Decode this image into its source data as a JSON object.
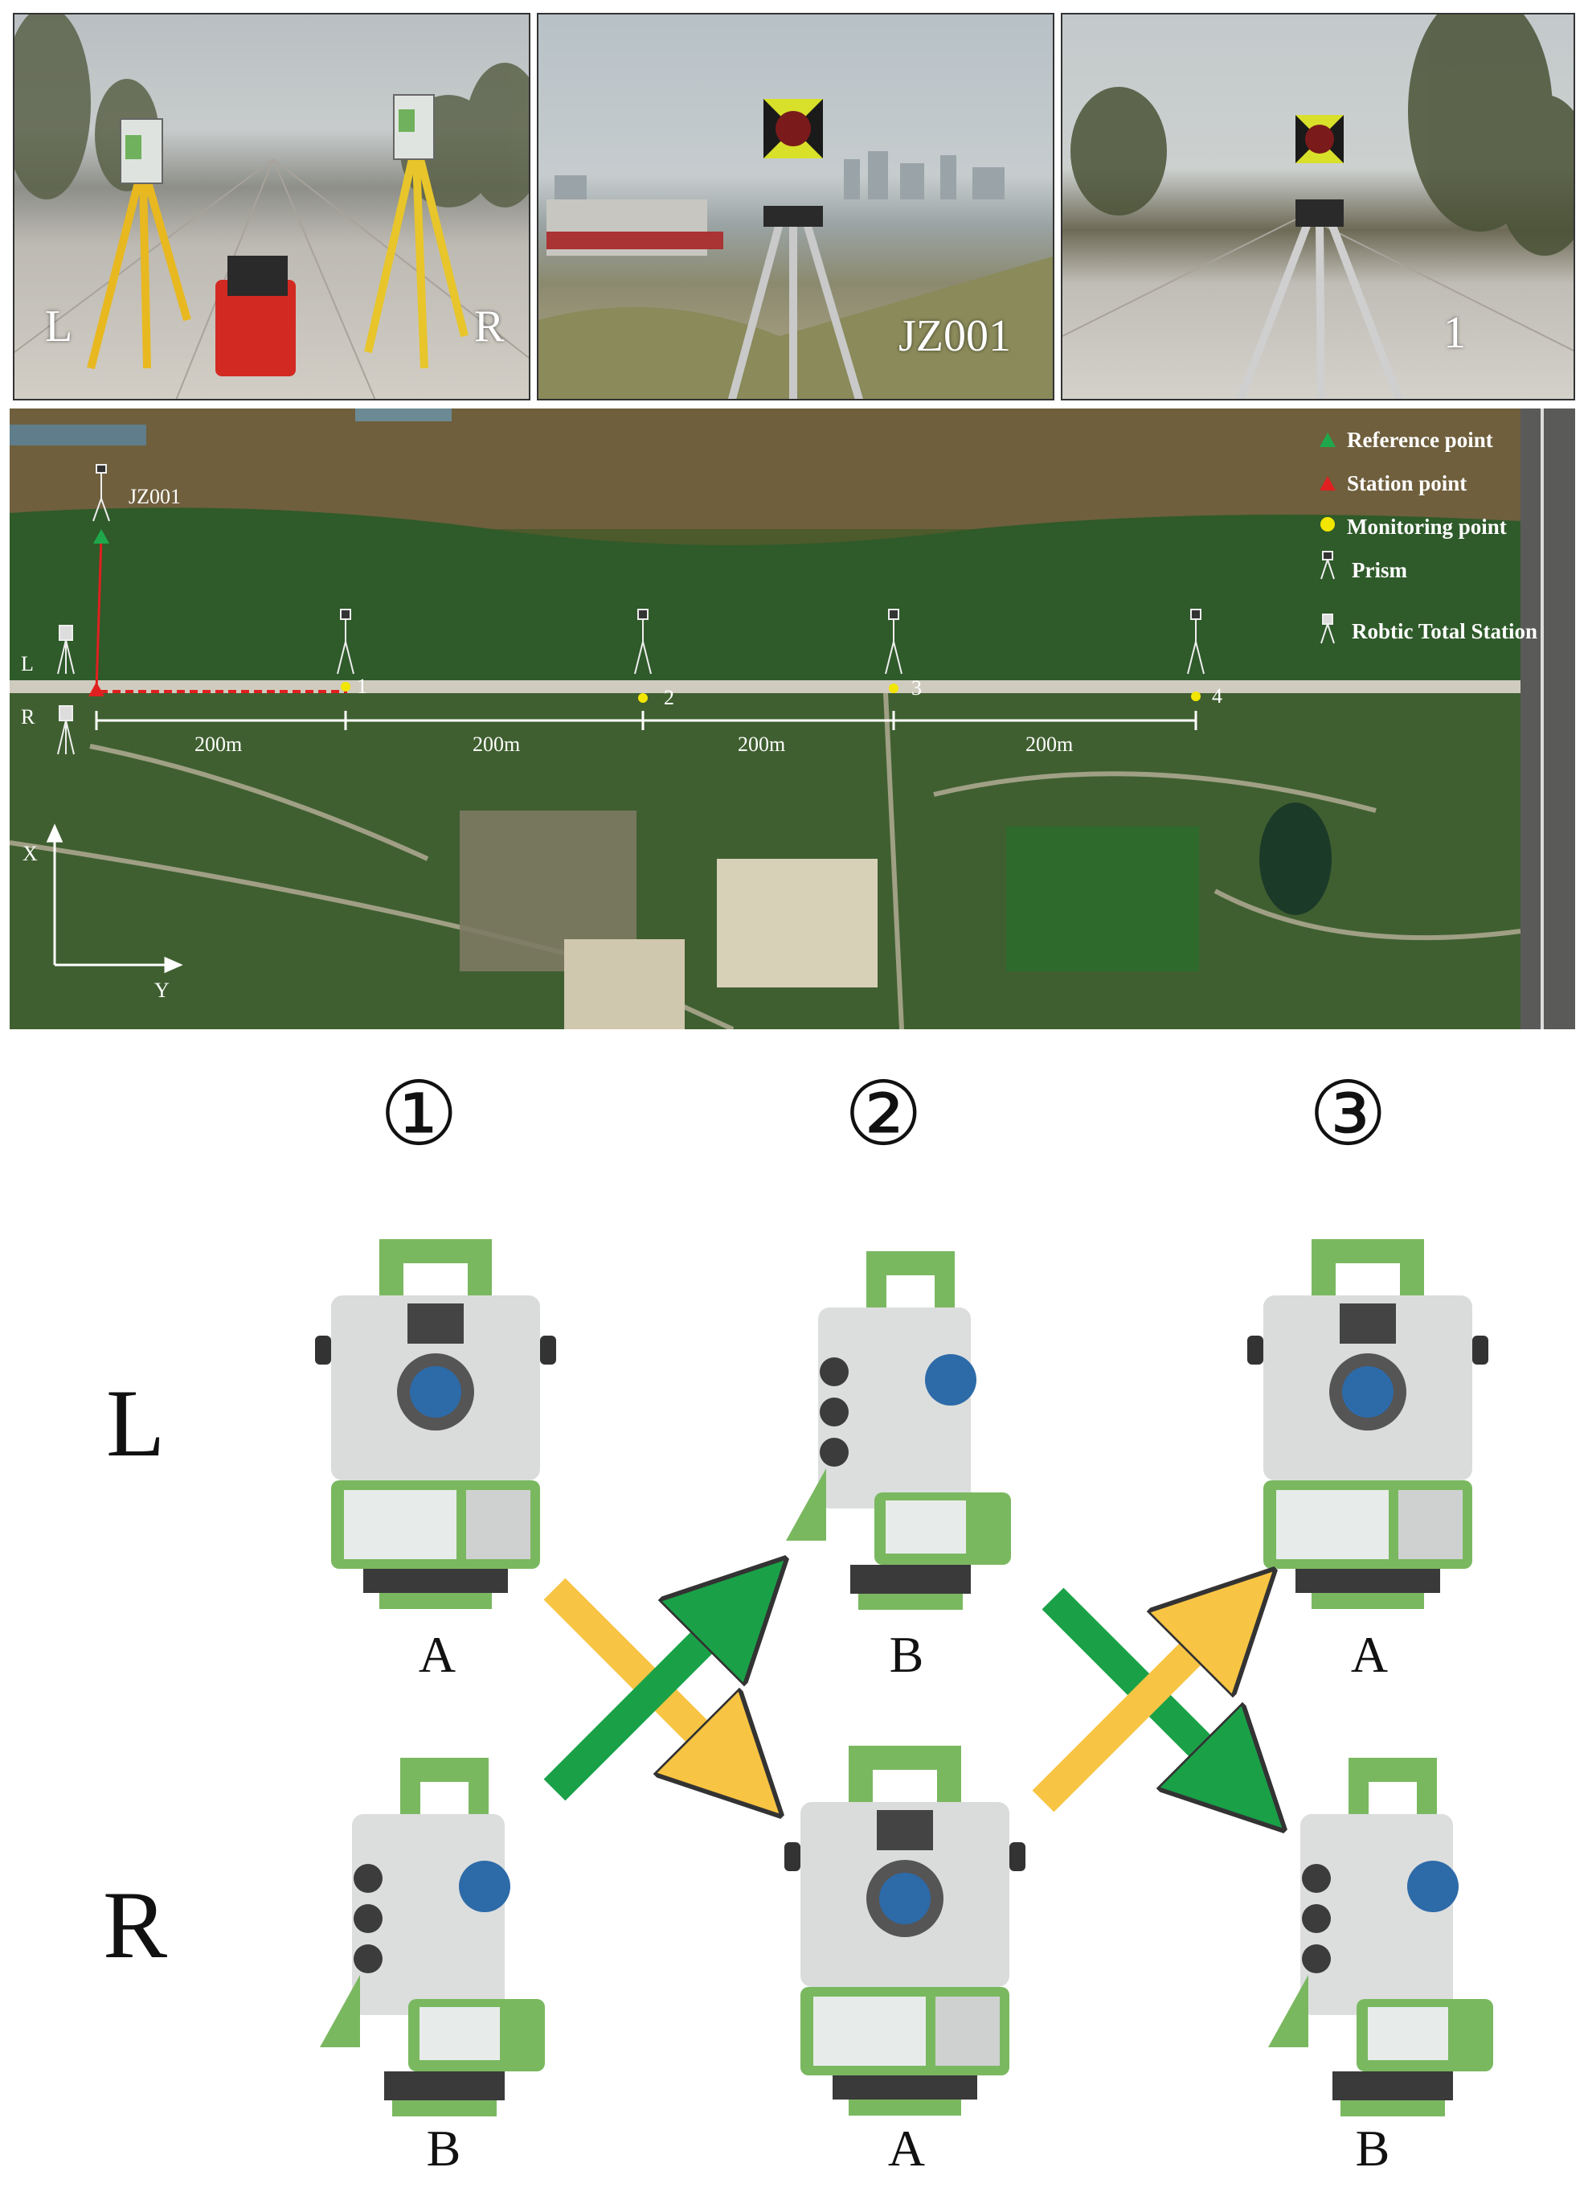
{
  "photos": {
    "left": {
      "label_l": "L",
      "label_r": "R"
    },
    "middle": {
      "label": "JZ001"
    },
    "right": {
      "label": "1"
    }
  },
  "map": {
    "reference_label": "JZ001",
    "station_labels": {
      "left": "L",
      "right": "R"
    },
    "monitoring_points": [
      "1",
      "2",
      "3",
      "4"
    ],
    "distances": [
      "200m",
      "200m",
      "200m",
      "200m"
    ],
    "axes": {
      "x": "X",
      "y": "Y"
    },
    "legend": [
      {
        "label": "Reference point",
        "icon": "green-triangle-icon",
        "color": "#1fa84b"
      },
      {
        "label": "Station point",
        "icon": "red-triangle-icon",
        "color": "#e02020"
      },
      {
        "label": "Monitoring point",
        "icon": "yellow-dot-icon",
        "color": "#f2e600"
      },
      {
        "label": "Prism",
        "icon": "prism-tripod-icon"
      },
      {
        "label": "Robtic Total Station",
        "icon": "total-station-tripod-icon"
      }
    ]
  },
  "scheme": {
    "steps": [
      "①",
      "②",
      "③"
    ],
    "rows": {
      "top": "L",
      "bottom": "R"
    },
    "top_instruments": [
      "A",
      "B",
      "A"
    ],
    "bottom_instruments": [
      "B",
      "A",
      "B"
    ],
    "arrow_colors": {
      "green": "#1aa148",
      "yellow": "#f8c443"
    }
  }
}
